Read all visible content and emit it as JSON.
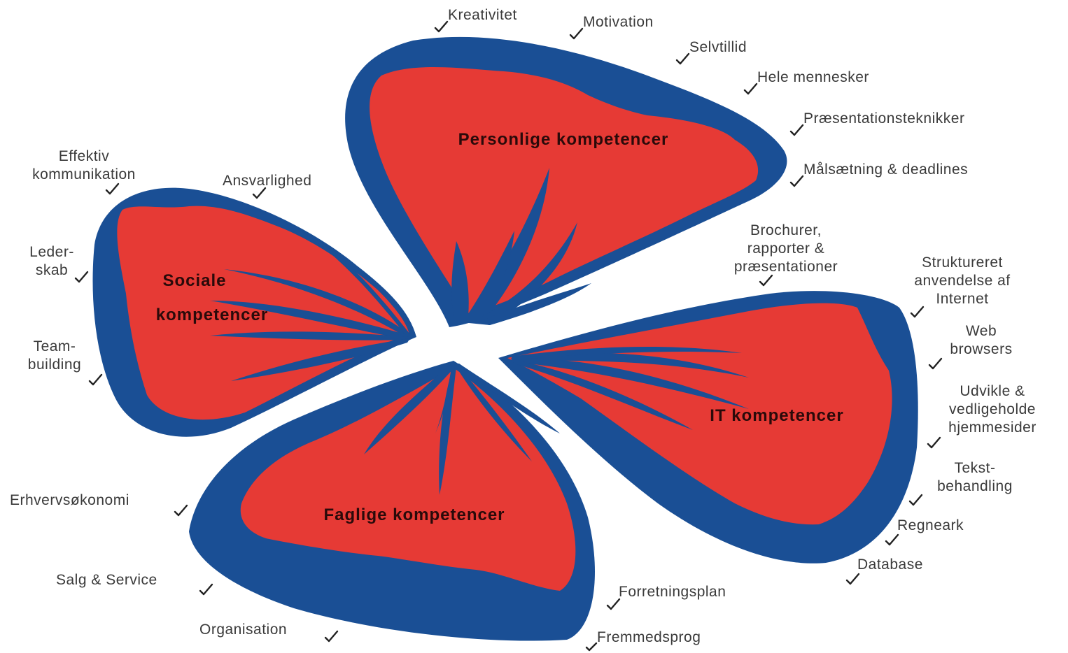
{
  "colors": {
    "petal_outer": "#1a4f95",
    "petal_inner": "#e63a35",
    "label_text": "#3a3a3a",
    "title_text": "#2a0a0a"
  },
  "petals": {
    "personlige": {
      "title": "Personlige kompetencer"
    },
    "sociale": {
      "title_line1": "Sociale",
      "title_line2": "kompetencer"
    },
    "it": {
      "title": "IT kompetencer"
    },
    "faglige": {
      "title": "Faglige kompetencer"
    }
  },
  "labels": {
    "personlige": [
      "Kreativitet",
      "Motivation",
      "Selvtillid",
      "Hele mennesker",
      "Præsentationsteknikker",
      "Målsætning & deadlines"
    ],
    "sociale": {
      "effektiv": [
        "Effektiv",
        "kommunikation"
      ],
      "ansvarlighed": "Ansvarlighed",
      "lederskab": [
        "Leder-",
        "skab"
      ],
      "teambuilding": [
        "Team-",
        "building"
      ]
    },
    "it": {
      "brochurer": [
        "Brochurer,",
        "rapporter &",
        "præsentationer"
      ],
      "internet": [
        "Struktureret",
        "anvendelse af",
        "Internet"
      ],
      "web": [
        "Web",
        "browsers"
      ],
      "hjemmesider": [
        "Udvikle &",
        "vedligeholde",
        "hjemmesider"
      ],
      "tekst": [
        "Tekst-",
        "behandling"
      ],
      "regneark": "Regneark",
      "database": "Database"
    },
    "faglige": {
      "erhverv": "Erhvervsøkonomi",
      "salg": "Salg & Service",
      "organisation": "Organisation",
      "forretning": "Forretningsplan",
      "fremmedsprog": "Fremmedsprog"
    }
  }
}
